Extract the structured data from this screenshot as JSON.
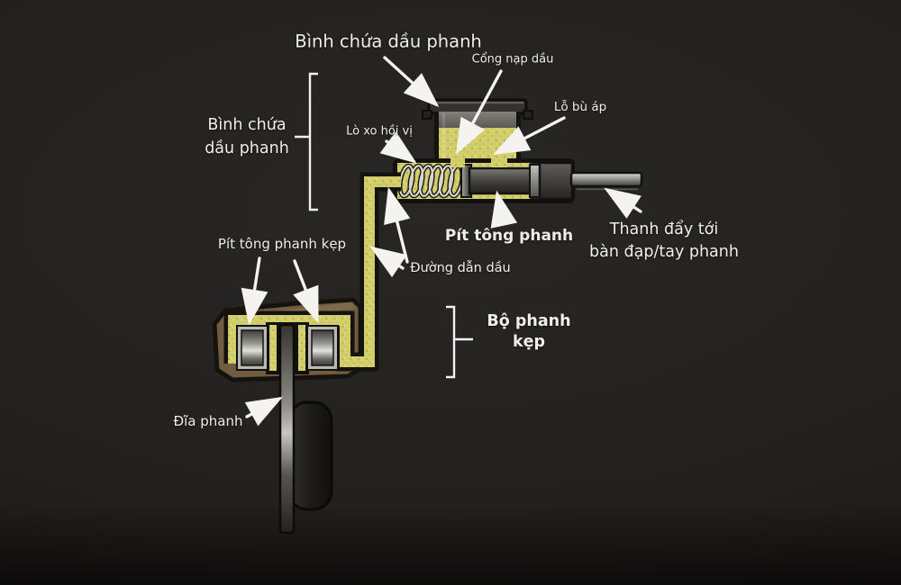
{
  "diagram": {
    "type": "hydraulic-disc-brake-schematic",
    "labels": {
      "reservoir_top": "Bình chứa dầu phanh",
      "reservoir_bracket": {
        "line1": "Bình chứa",
        "line2": "dầu phanh"
      },
      "fill_port": "Cổng nạp dầu",
      "compensation_port": "Lỗ bù áp",
      "return_spring": "Lò xo hồi vị",
      "master_piston": "Pít tông phanh",
      "push_rod": {
        "line1": "Thanh đẩy tới",
        "line2": "bàn đạp/tay phanh"
      },
      "brake_line": "Đường dẫn dầu",
      "caliper_pistons": "Pít tông phanh kẹp",
      "caliper_bracket": {
        "line1": "Bộ phanh",
        "line2": "kẹp"
      },
      "brake_disc": "Đĩa phanh"
    },
    "colors": {
      "background": "#232120",
      "fluid": "#d2cd6b",
      "fluid_speckle_dark": "#b7b04f",
      "fluid_speckle_light": "#e8e393",
      "caliper_body": "#6f5c41",
      "metal_light": "#c9c9c3",
      "outline": "#131210",
      "label_text": "#f0eeea",
      "arrow": "#f4f3f0"
    }
  }
}
